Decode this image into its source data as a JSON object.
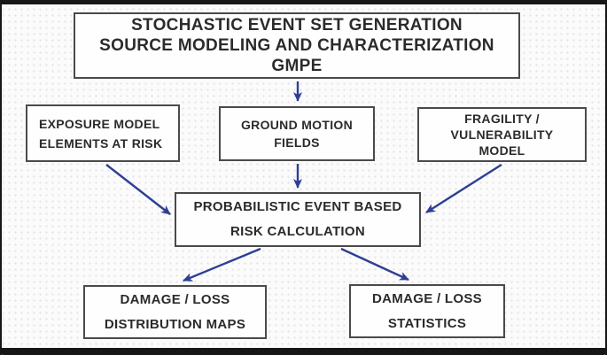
{
  "diagram": {
    "colors": {
      "background": "#fbfbfb",
      "dot": "#e4e4e6",
      "frame": "#161616",
      "arrow": "#2e3f94",
      "box_border": "#4a4a4a",
      "text": "#2b2b2b"
    },
    "nodes": {
      "top": {
        "lines": [
          "STOCHASTIC EVENT SET GENERATION",
          "SOURCE MODELING AND CHARACTERIZATION",
          "GMPE"
        ]
      },
      "exposure": {
        "lines": [
          "EXPOSURE MODEL",
          "ELEMENTS AT RISK"
        ]
      },
      "ground_motion": {
        "lines": [
          "GROUND MOTION",
          "FIELDS"
        ]
      },
      "fragility": {
        "lines": [
          "FRAGILITY /",
          "VULNERABILITY",
          "MODEL"
        ]
      },
      "risk_calc": {
        "lines": [
          "PROBABILISTIC EVENT BASED",
          "RISK CALCULATION"
        ]
      },
      "damage_maps": {
        "lines": [
          "DAMAGE / LOSS",
          "DISTRIBUTION MAPS"
        ]
      },
      "damage_stats": {
        "lines": [
          "DAMAGE / LOSS",
          "STATISTICS"
        ]
      }
    }
  }
}
